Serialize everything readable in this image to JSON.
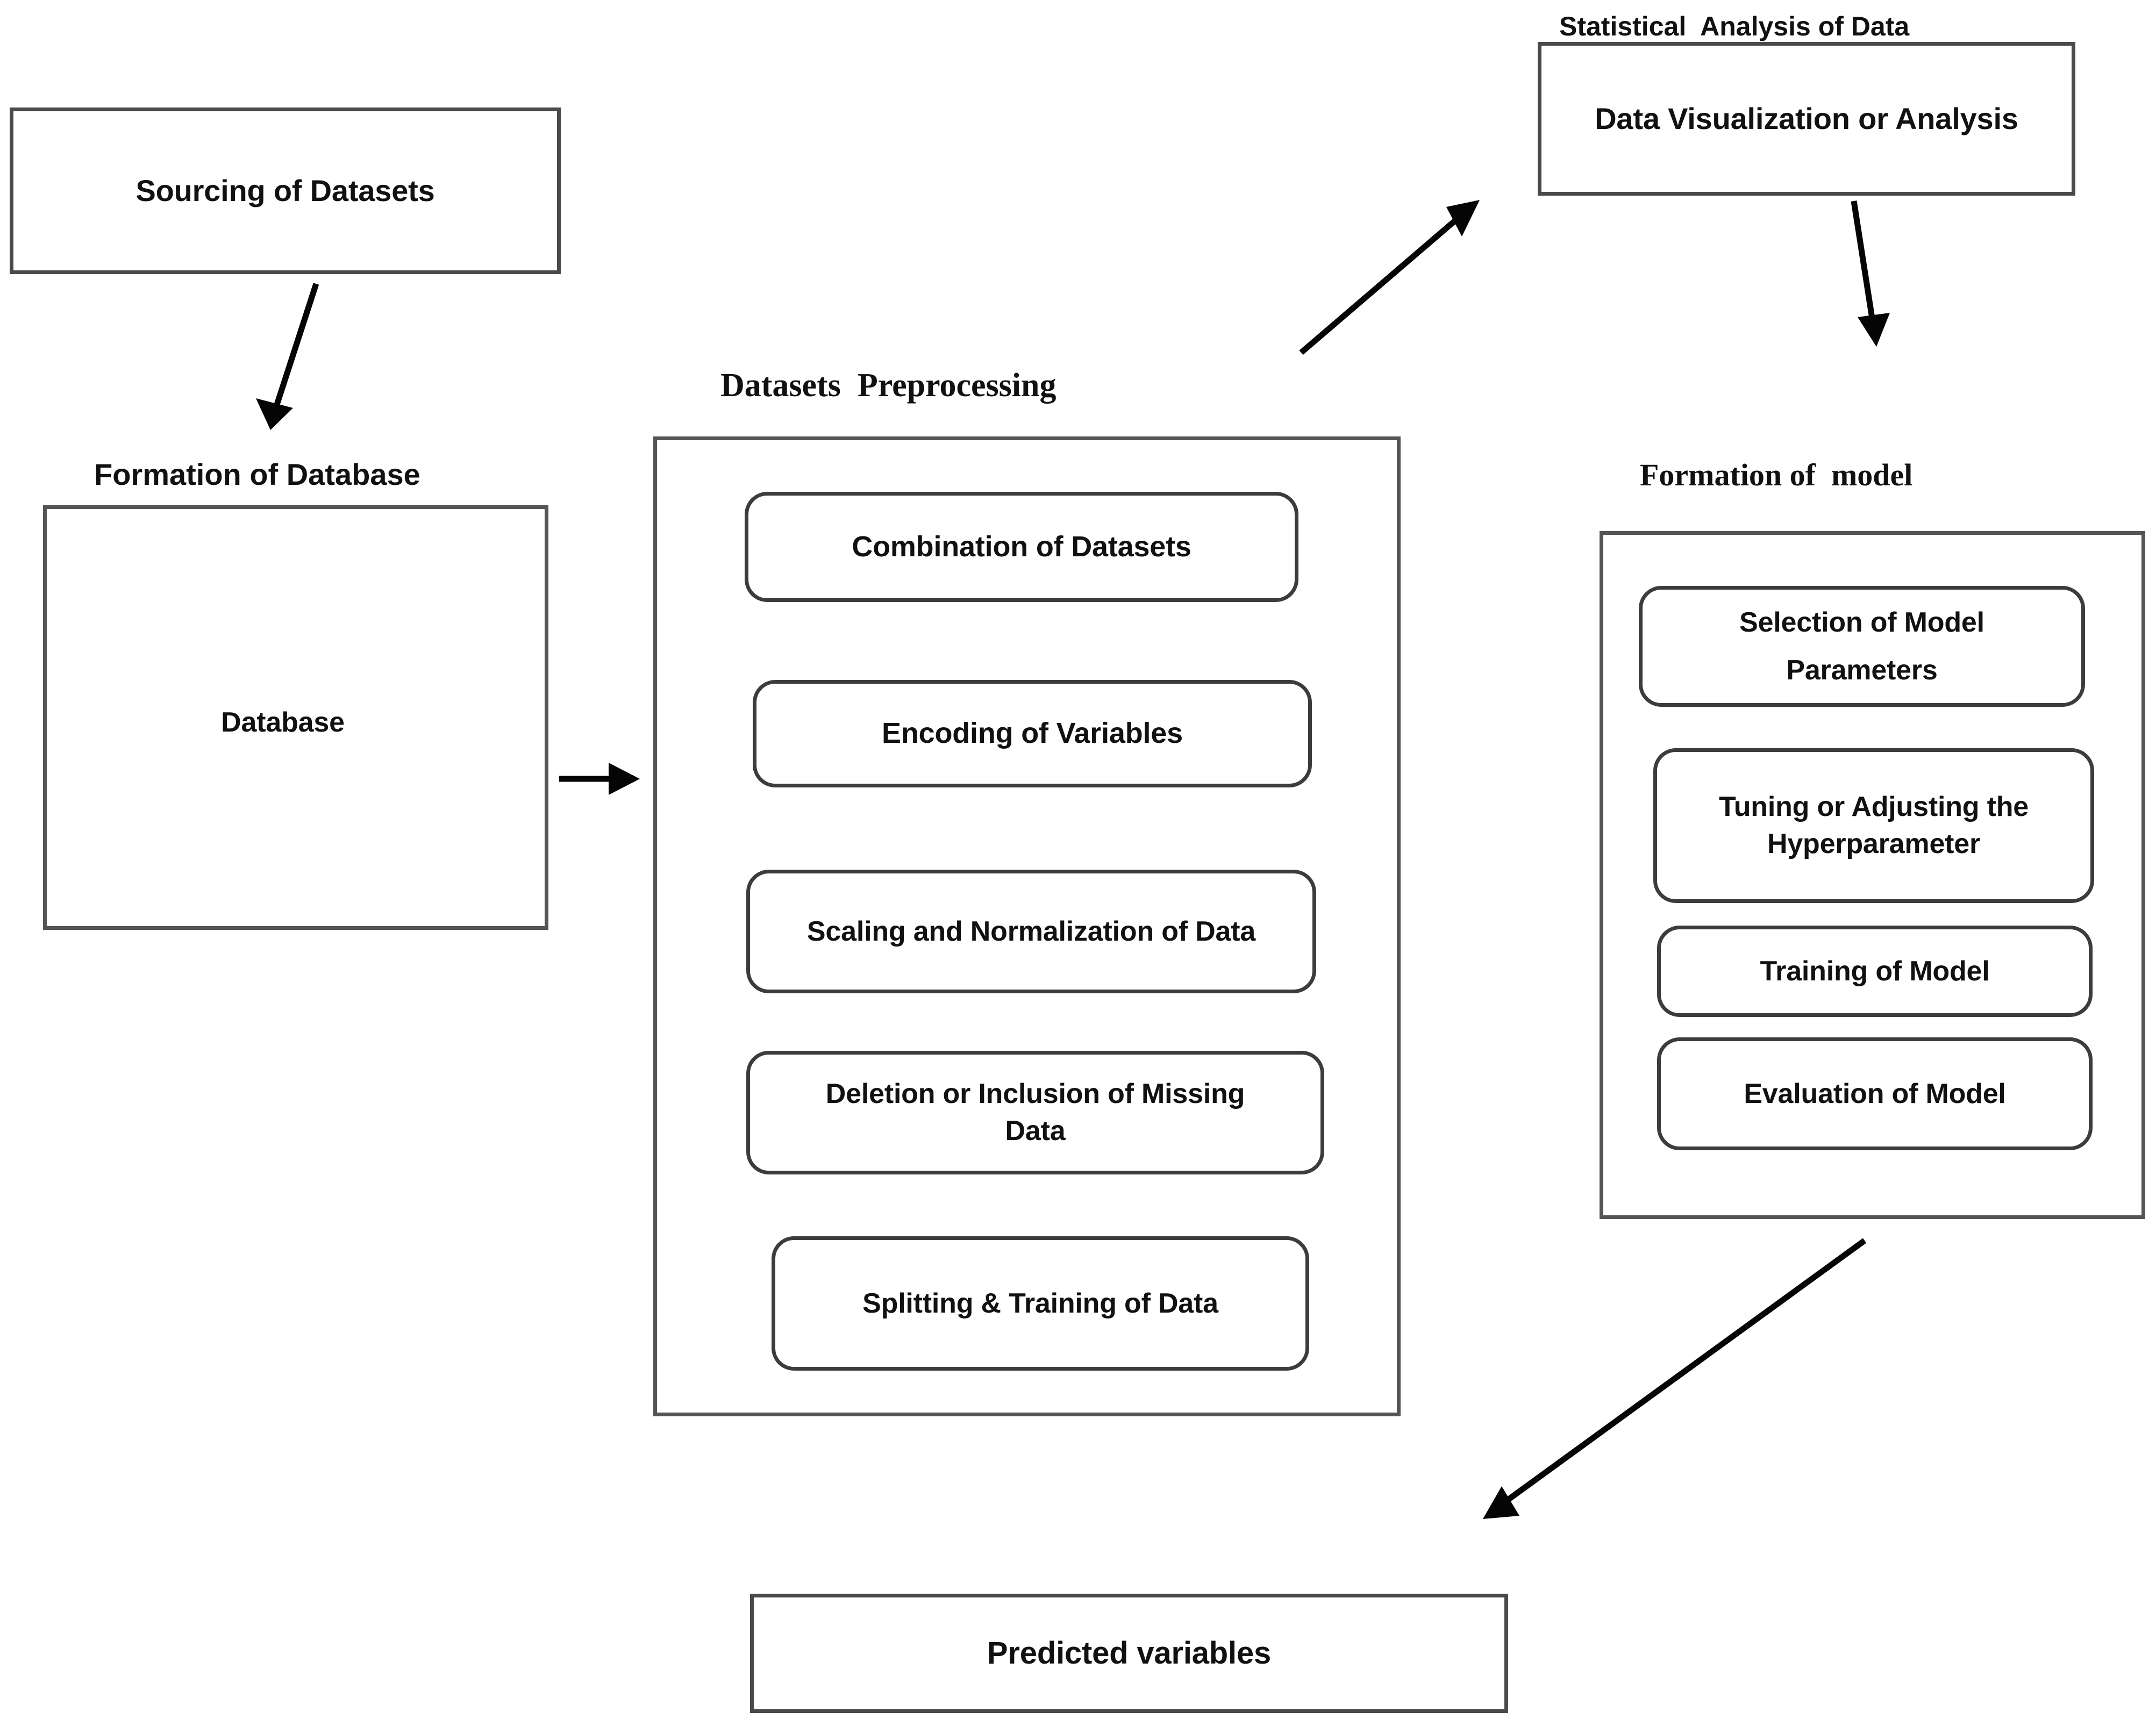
{
  "diagram": {
    "title_font_note": "serif-group-titles",
    "colors": {
      "box_border": "#4a4a4a",
      "rounded_border": "#3c3c3c",
      "panel_border": "#555555",
      "arrow": "#050505",
      "text": "#111111",
      "background": "#ffffff"
    },
    "nodes": {
      "sourcing": {
        "label": "Sourcing of Datasets"
      },
      "database_group_title": {
        "label": "Formation of Database"
      },
      "database_cylinder": {
        "label": "Database"
      },
      "preprocessing_group_title": {
        "label": "Datasets  Preprocessing"
      },
      "preprocessing_steps": [
        {
          "label": "Combination of Datasets"
        },
        {
          "label": "Encoding of Variables"
        },
        {
          "label": "Scaling and Normalization of Data"
        },
        {
          "label": "Deletion or Inclusion of Missing Data"
        },
        {
          "label": "Splitting & Training of Data"
        }
      ],
      "statistical_group_title": {
        "label": "Statistical  Analysis of Data"
      },
      "data_visualization": {
        "label": "Data Visualization or Analysis"
      },
      "model_group_title": {
        "label": "Formation of  model"
      },
      "model_steps": [
        {
          "label": "Selection of Model Parameters"
        },
        {
          "label": "Tuning or Adjusting the Hyperparameter"
        },
        {
          "label": "Training of Model"
        },
        {
          "label": "Evaluation of Model"
        }
      ],
      "predicted_variables": {
        "label": "Predicted variables"
      }
    },
    "edges": [
      {
        "name": "sourcing-to-database",
        "from": "sourcing",
        "to": "database_group",
        "style": "arrow"
      },
      {
        "name": "database-to-preprocessing",
        "from": "database_group",
        "to": "preprocessing_group",
        "style": "arrow"
      },
      {
        "name": "preprocessing-to-statistical",
        "from": "preprocessing_group",
        "to": "data_visualization",
        "style": "arrow"
      },
      {
        "name": "statistical-to-model",
        "from": "data_visualization",
        "to": "model_group",
        "style": "arrow"
      },
      {
        "name": "model-to-predicted",
        "from": "model_group",
        "to": "predicted_variables",
        "style": "arrow"
      }
    ]
  }
}
